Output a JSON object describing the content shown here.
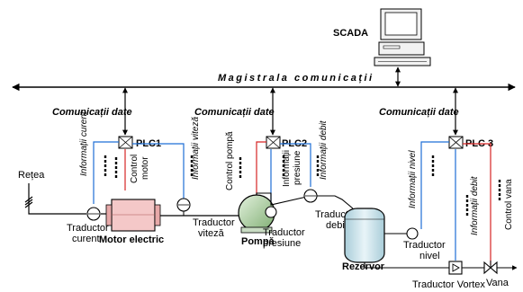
{
  "scada": "SCADA",
  "bus": "Magistrala comunicații",
  "comm": [
    "Comunicații date",
    "Comunicații date",
    "Comunicații date"
  ],
  "plc": [
    "PLC1",
    "PLC2",
    "PLC 3"
  ],
  "signals": {
    "info_curent": "Informații curent",
    "control_motor_1": "Control",
    "control_motor_2": "motor",
    "info_viteza": "Informații viteză",
    "control_pompa": "Control pompă",
    "info_presiune_1": "Informații",
    "info_presiune_2": "presiune",
    "info_debit_pompa": "Informații debit",
    "info_nivel": "Informații nivel",
    "info_debit_vortex": "Informații debit",
    "control_vana": "Control vana"
  },
  "labels": {
    "retea": "Rețea",
    "traductor_curent_1": "Traductor",
    "traductor_curent_2": "curent",
    "motor": "Motor electric",
    "traductor_viteza_1": "Traductor",
    "traductor_viteza_2": "viteză",
    "pompa": "Pompă",
    "traductor_presiune_1": "Traductor",
    "traductor_presiune_2": "presiune",
    "traductor_debit_1": "Traductor",
    "traductor_debit_2": "debit",
    "rezervor": "Rezervor",
    "traductor_nivel_1": "Traductor",
    "traductor_nivel_2": "nivel",
    "traductor_vortex": "Traductor Vortex",
    "vana": "Vana"
  },
  "colors": {
    "info_line": "#1f6fd6",
    "control_line": "#d62424",
    "motor_fill": "#f4c8c8",
    "pump_fill": "#b9dab0",
    "tank_fill": "#cfe6ee"
  }
}
